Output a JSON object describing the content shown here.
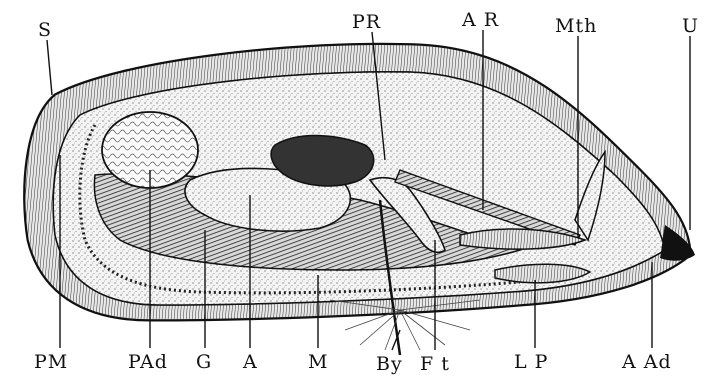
{
  "diagram": {
    "subject": "mussel internal anatomy drawing",
    "labels": {
      "S": "S",
      "PR": "PR",
      "AR": "A R",
      "Mth": "Mth",
      "U": "U",
      "PM": "PM",
      "PAd": "PAd",
      "G": "G",
      "A": "A",
      "M": "M",
      "By": "By",
      "Ft": "F t",
      "LP": "L P",
      "AAd": "A Ad"
    },
    "colors": {
      "ink": "#111111",
      "paper": "#ffffff",
      "stipple": "#dcdcdc"
    }
  }
}
